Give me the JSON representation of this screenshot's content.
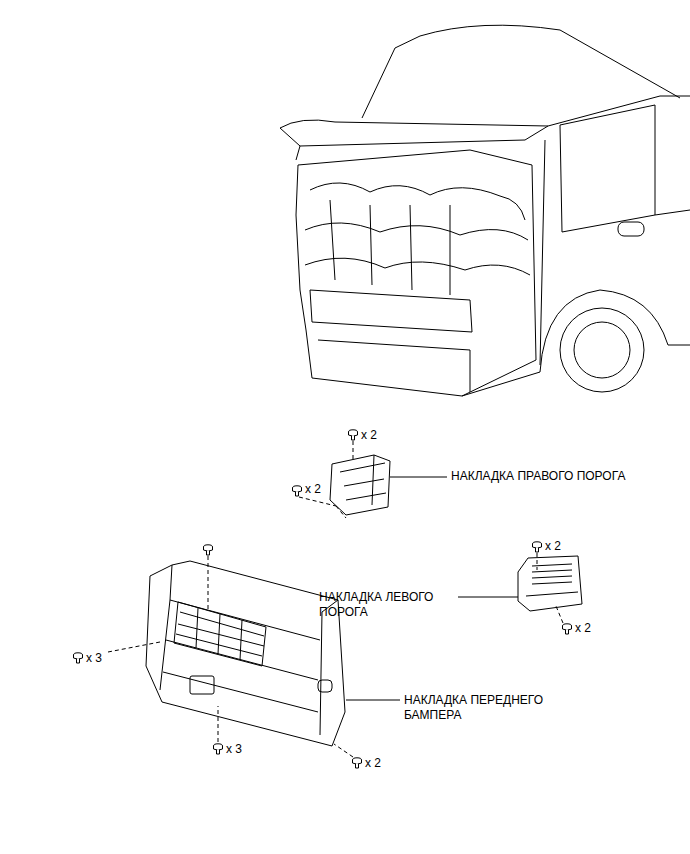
{
  "diagram": {
    "labels": [
      "x 2",
      "НАКЛАДКА ПРАВОГО ПОРОГА",
      "x 2",
      "x 2",
      "НАКЛАДКА ЛЕВОГО ПОРОГА",
      "x 3",
      "x 2",
      "НАКЛАДКА ПЕРЕДНЕГО БАМПЕРА",
      "x 3",
      "x 2"
    ]
  }
}
